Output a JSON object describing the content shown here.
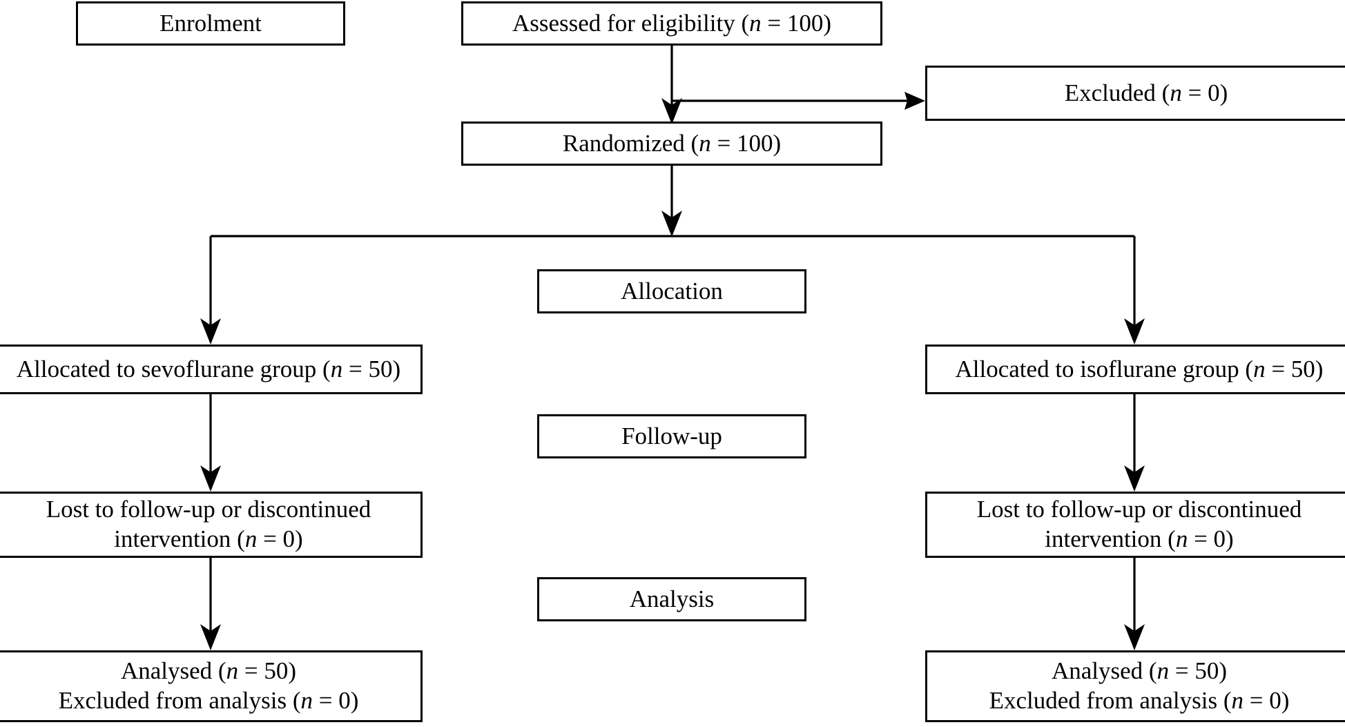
{
  "diagram": {
    "title": "CONSORT participant flow diagram",
    "type": "flowchart",
    "stroke_color": "#000000",
    "background_color": "#ffffff"
  },
  "stage_labels": {
    "enrolment": "Enrolment",
    "allocation": "Allocation",
    "followup": "Follow-up",
    "analysis": "Analysis"
  },
  "nodes": {
    "assessed": {
      "text_before": "Assessed for eligibility (",
      "italic": "n",
      "text_after": " = 100)",
      "full_text": "Assessed for eligibility (n = 100)",
      "count": 100
    },
    "excluded": {
      "text_before": "Excluded (",
      "italic": "n",
      "text_after": " = 0)",
      "full_text": "Excluded (n = 0)",
      "count": 0
    },
    "randomized": {
      "text_before": "Randomized (",
      "italic": "n",
      "text_after": " = 100)",
      "full_text": "Randomized (n = 100)",
      "count": 100
    },
    "allocated_left": {
      "text_before": "Allocated to sevoflurane group (",
      "italic": "n",
      "text_after": " = 50)",
      "full_text": "Allocated to sevoflurane group (n = 50)",
      "count": 50
    },
    "allocated_right": {
      "text_before": "Allocated to isoflurane group (",
      "italic": "n",
      "text_after": " = 50)",
      "full_text": "Allocated to isoflurane group (n = 50)",
      "count": 50
    },
    "lost_left": {
      "line1": "Lost to follow-up or discontinued",
      "line2_before": "intervention (",
      "italic": "n",
      "line2_after": " = 0)",
      "full_text": "Lost to follow-up or discontinued intervention (n = 0)",
      "count": 0
    },
    "lost_right": {
      "line1": "Lost to follow-up or discontinued",
      "line2_before": "intervention (",
      "italic": "n",
      "line2_after": " = 0)",
      "full_text": "Lost to follow-up or discontinued intervention (n = 0)",
      "count": 0
    },
    "analysed_left": {
      "line1_before": "Analysed (",
      "italic1": "n",
      "line1_after": " = 50)",
      "line2_before": "Excluded from analysis (",
      "italic2": "n",
      "line2_after": " = 0)",
      "full_text": "Analysed (n = 50) Excluded from analysis (n = 0)",
      "analysed_count": 50,
      "excluded_count": 0
    },
    "analysed_right": {
      "line1_before": "Analysed (",
      "italic1": "n",
      "line1_after": " = 50)",
      "line2_before": "Excluded from analysis (",
      "italic2": "n",
      "line2_after": " = 0)",
      "full_text": "Analysed (n = 50) Excluded from analysis (n = 0)",
      "analysed_count": 50,
      "excluded_count": 0
    }
  }
}
